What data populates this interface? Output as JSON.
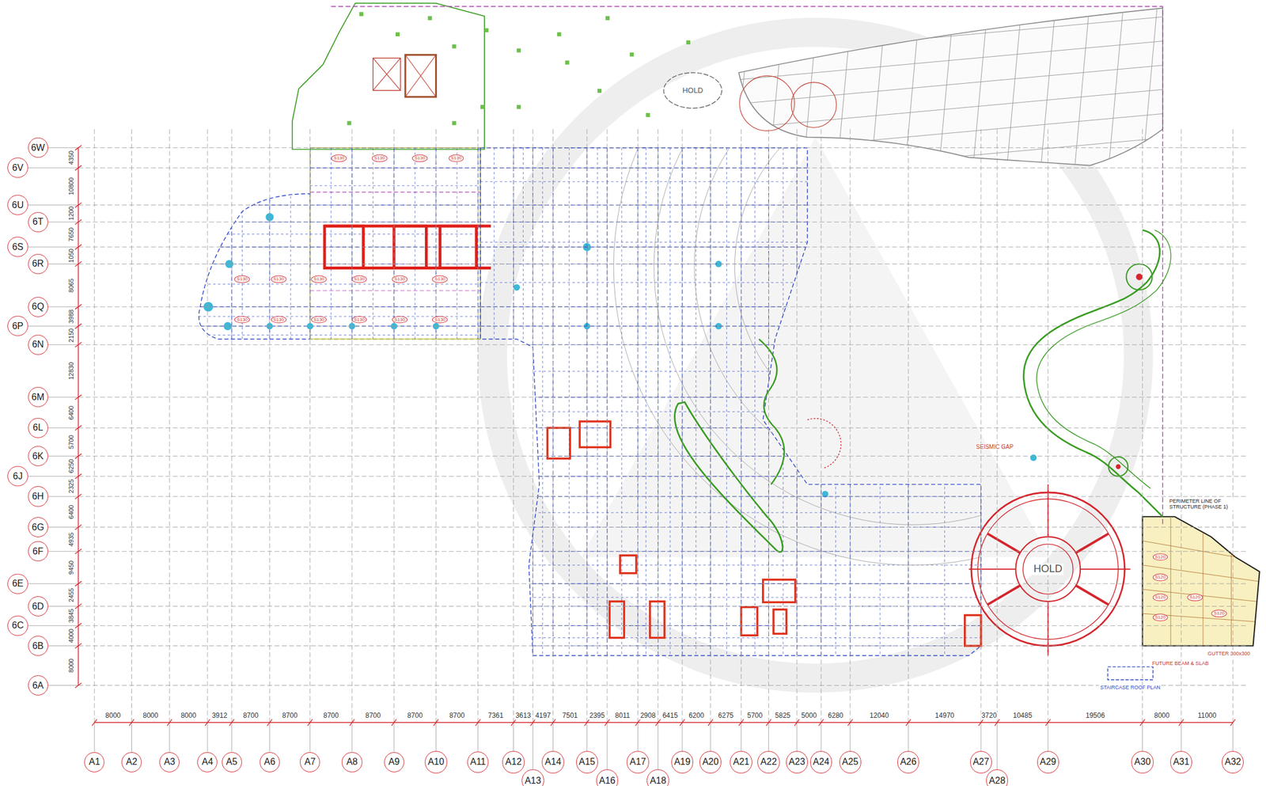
{
  "diagram": {
    "nodes": [
      {
        "text": [
          "6W"
        ]
      },
      {
        "text": [
          "6V"
        ]
      },
      {
        "text": [
          "6U"
        ]
      },
      {
        "text": [
          "6T"
        ]
      },
      {
        "text": [
          "6S"
        ]
      },
      {
        "text": [
          "6R"
        ]
      },
      {
        "text": [
          "6Q"
        ]
      },
      {
        "text": [
          "6P"
        ]
      },
      {
        "text": [
          "6N"
        ]
      },
      {
        "text": [
          "6M"
        ]
      },
      {
        "text": [
          "6L"
        ]
      },
      {
        "text": [
          "6K"
        ]
      },
      {
        "text": [
          "6J"
        ]
      },
      {
        "text": [
          "6H"
        ]
      },
      {
        "text": [
          "6G"
        ]
      },
      {
        "text": [
          "6F"
        ]
      },
      {
        "text": [
          "6E"
        ]
      },
      {
        "text": [
          "6D"
        ]
      },
      {
        "text": [
          "6C"
        ]
      },
      {
        "text": [
          "6B"
        ]
      },
      {
        "text": [
          "6A"
        ]
      },
      {
        "text": [
          "A1"
        ]
      },
      {
        "text": [
          "A2"
        ]
      },
      {
        "text": [
          "A3"
        ]
      },
      {
        "text": [
          "A4"
        ]
      },
      {
        "text": [
          "A5"
        ]
      },
      {
        "text": [
          "A6"
        ]
      },
      {
        "text": [
          "A7"
        ]
      },
      {
        "text": [
          "A8"
        ]
      },
      {
        "text": [
          "A9"
        ]
      },
      {
        "text": [
          "A10"
        ]
      },
      {
        "text": [
          "A11"
        ]
      },
      {
        "text": [
          "A12"
        ]
      },
      {
        "text": [
          "A13"
        ]
      },
      {
        "text": [
          "A14"
        ]
      },
      {
        "text": [
          "A15"
        ]
      },
      {
        "text": [
          "A16"
        ]
      },
      {
        "text": [
          "A17"
        ]
      },
      {
        "text": [
          "A18"
        ]
      },
      {
        "text": [
          "A19"
        ]
      },
      {
        "text": [
          "A20"
        ]
      },
      {
        "text": [
          "A21"
        ]
      },
      {
        "text": [
          "A22"
        ]
      },
      {
        "text": [
          "A23"
        ]
      },
      {
        "text": [
          "A24"
        ]
      },
      {
        "text": [
          "A25"
        ]
      },
      {
        "text": [
          "A26"
        ]
      },
      {
        "text": [
          "A27"
        ]
      },
      {
        "text": [
          "A28"
        ]
      },
      {
        "text": [
          "A29"
        ]
      },
      {
        "text": [
          "A30"
        ]
      },
      {
        "text": [
          "A31"
        ]
      },
      {
        "text": [
          "A32"
        ]
      }
    ],
    "labels": [
      "8000",
      "8000",
      "8000",
      "3912",
      "8700",
      "8700",
      "8700",
      "8700",
      "8700",
      "8700",
      "7361",
      "3613",
      "4197",
      "7501",
      "2395",
      "8011",
      "2908",
      "6415",
      "6200",
      "6275",
      "5700",
      "5825",
      "5000",
      "6280",
      "12040",
      "14970",
      "3720",
      "10485",
      "19506",
      "8000",
      "11000",
      "4350",
      "10800",
      "1200",
      "7650",
      "1050",
      "8065",
      "3988",
      "2150",
      "12830",
      "6400",
      "5700",
      "6250",
      "2325",
      "6400",
      "4935",
      "9450",
      "2455",
      "3845",
      "4000",
      "8000",
      "HOLD",
      "HOLD",
      "SEISMIC GAP",
      "STAIRCASE ROOF PLAN",
      "FUTURE BEAM & SLAB",
      "GUTTER 300x300",
      "PERIMETER LINE OF STRUCTURE (PHASE 1)",
      "S130",
      "S130",
      "S130",
      "S130",
      "S130",
      "S130",
      "S130",
      "S130",
      "S130",
      "S130",
      "S130",
      "S130",
      "S130",
      "S130",
      "S130",
      "S130",
      "S120",
      "S120",
      "S120",
      "S120",
      "S120",
      "S120"
    ]
  }
}
